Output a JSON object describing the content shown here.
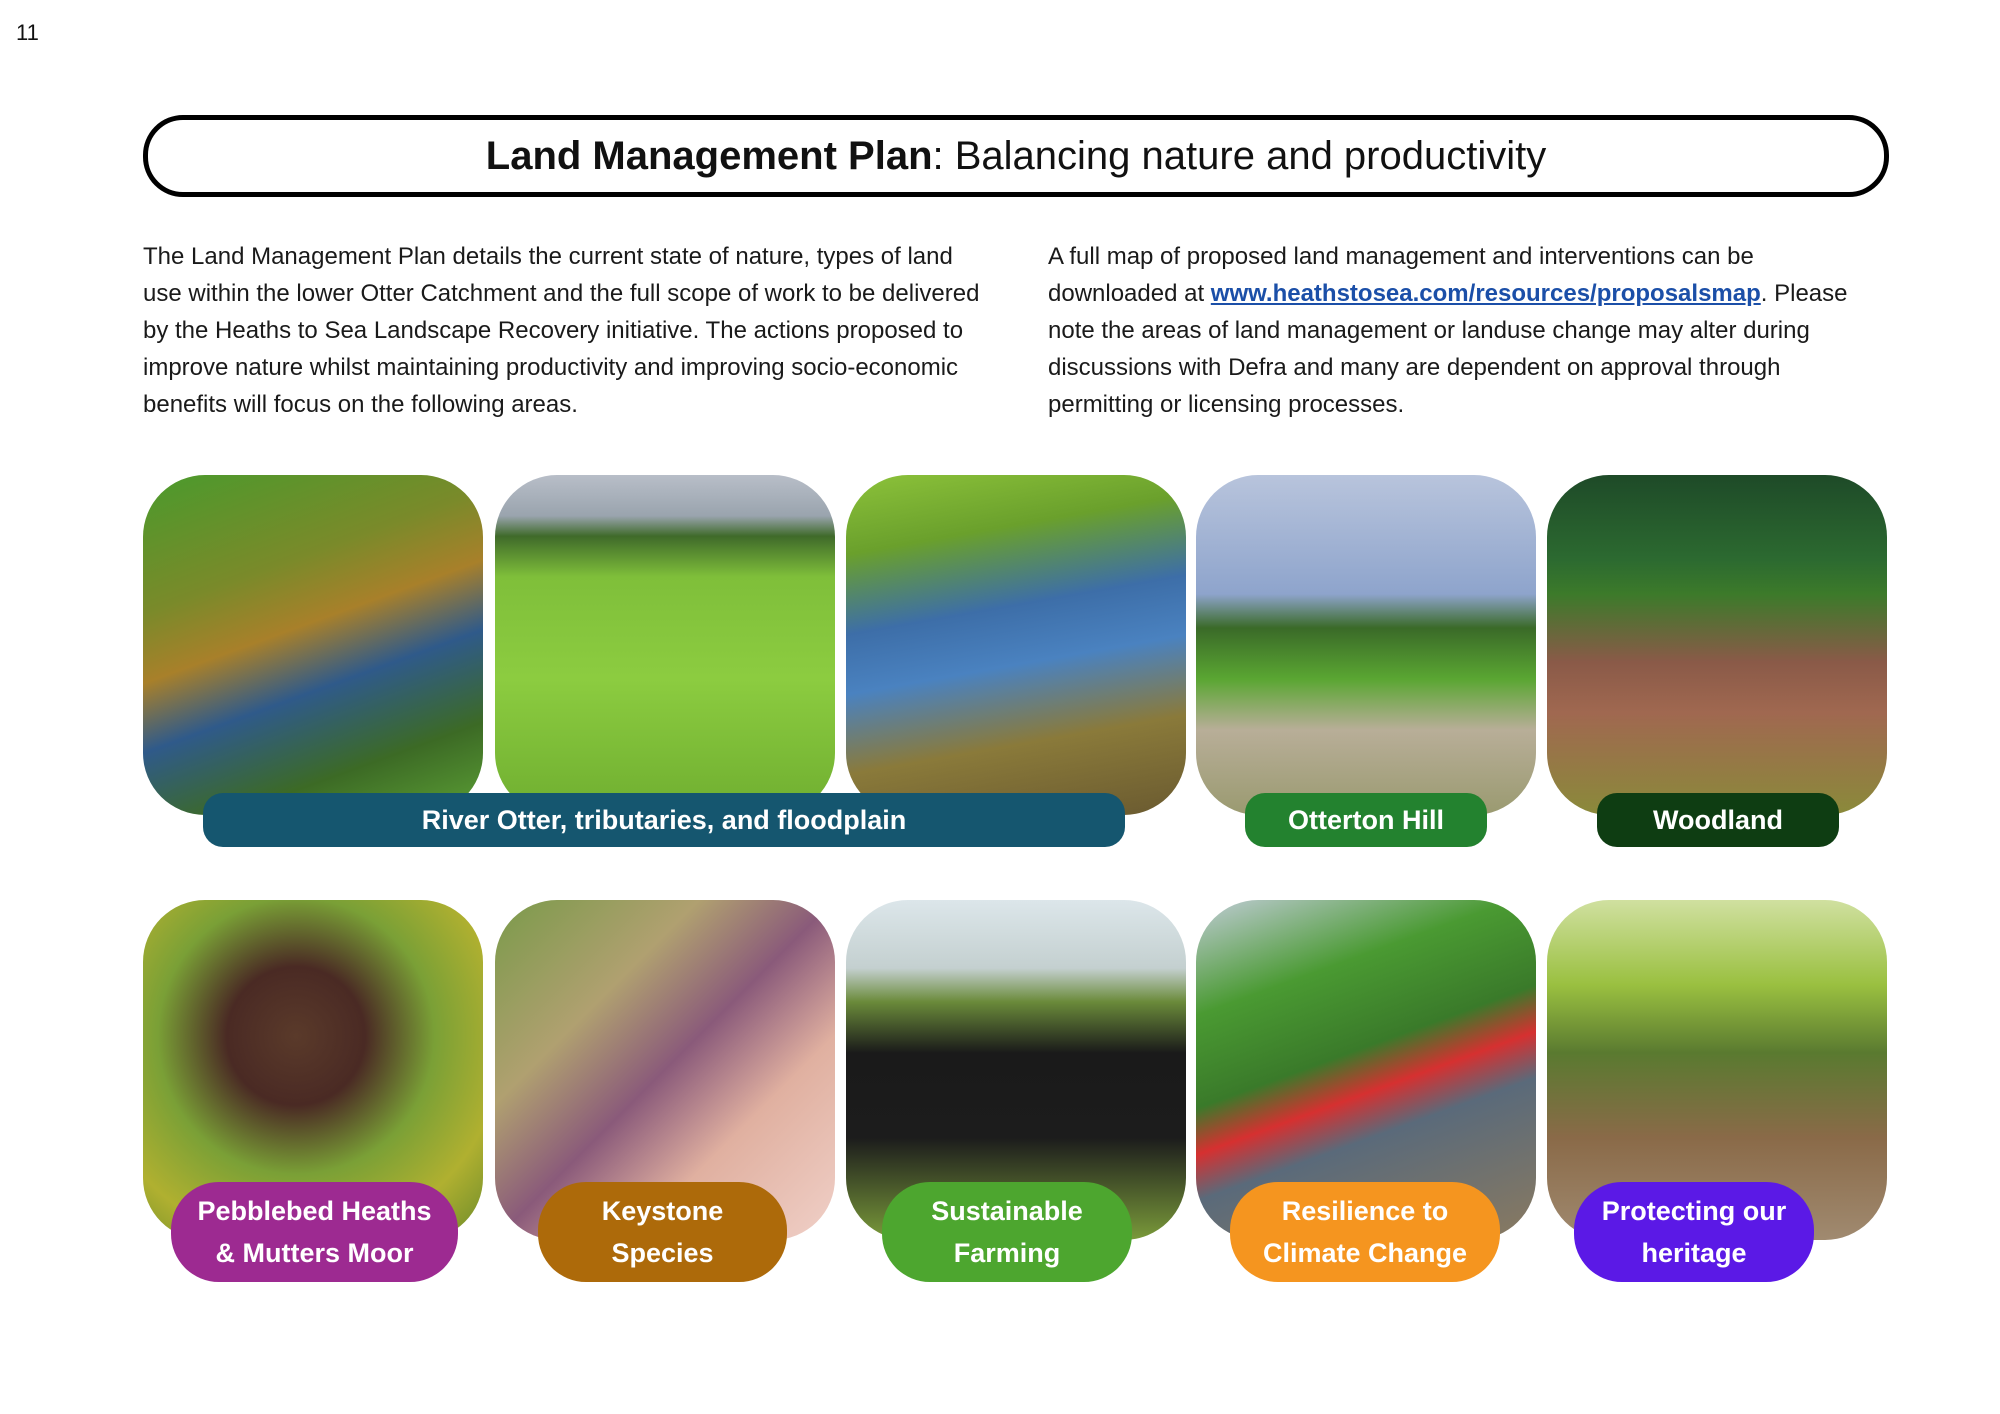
{
  "page_number": "11",
  "title": {
    "bold": "Land Management Plan",
    "rest": ": Balancing nature and productivity"
  },
  "intro_left": "The Land Management Plan details the current state of nature, types of land use within the lower Otter Catchment and the full scope of work to be delivered by the Heaths to Sea Landscape Recovery initiative. The actions proposed to improve nature whilst maintaining productivity and improving socio-economic benefits will focus on the following areas.",
  "intro_right": {
    "before": "A full map of proposed land management and interventions can be downloaded at ",
    "link": "www.heathstosea.com/resources/proposalsmap",
    "after": ". Please note the areas of land management or landuse change may alter during discussions with Defra and many are dependent on approval through permitting or licensing processes."
  },
  "labels": {
    "river": "River Otter, tributaries, and floodplain",
    "otterton": "Otterton Hill",
    "woodland": "Woodland",
    "pebblebed": [
      "Pebblebed Heaths",
      "& Mutters Moor"
    ],
    "keystone": [
      "Keystone",
      "Species"
    ],
    "farming": [
      "Sustainable",
      "Farming"
    ],
    "climate": [
      "Resilience to",
      "Climate Change"
    ],
    "heritage": [
      "Protecting our",
      "heritage"
    ]
  },
  "colors": {
    "river": "#15566f",
    "otterton": "#23822f",
    "woodland": "#0e3d12",
    "pebblebed": "#9d2a91",
    "keystone": "#ad6a0a",
    "farming": "#4da62f",
    "climate": "#f5951f",
    "heritage": "#5b19e6",
    "link": "#1b4fa8"
  },
  "photos": [
    "river-aerial-photo",
    "grassy-stream-photo",
    "wetland-floodplain-photo",
    "otterton-hill-photo",
    "woodland-aerial-photo",
    "pony-heath-photo",
    "damselfly-photo",
    "black-cow-photo",
    "path-closed-riverbank-photo",
    "woodland-steps-photo"
  ]
}
